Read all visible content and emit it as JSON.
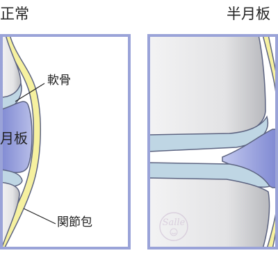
{
  "titles": {
    "left": "正常",
    "right": "半月板"
  },
  "labels": {
    "cartilage": "軟骨",
    "meniscus": "月板",
    "capsule": "関節包"
  },
  "watermark": {
    "text": "Salle",
    "icon": "smiley-face-icon"
  },
  "colors": {
    "frame": "#9AA3D8",
    "bone": "#E4E4E6",
    "bone_shadow": "#B5B6BA",
    "cartilage": "#BFD6E4",
    "meniscus": "#8892D6",
    "capsule_fill": "#F6F1A0",
    "outline": "#5C6380"
  }
}
